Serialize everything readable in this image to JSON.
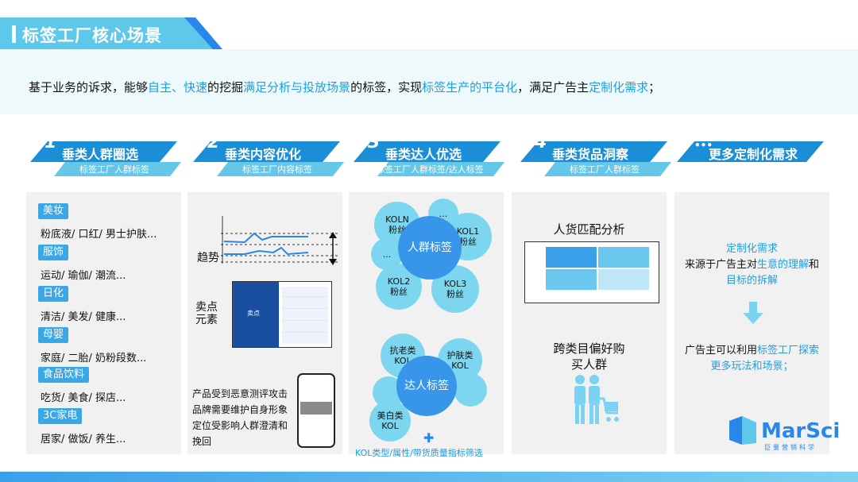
{
  "header": {
    "title": "标签工厂核心场景"
  },
  "intro": {
    "p1": "基于业务的诉求，能够",
    "h1": "自主、快速",
    "p2": "的挖掘",
    "h2": "满足分析与投放场景",
    "p3": "的标签，实现",
    "h3": "标签生产的平台化",
    "p4": "，满足广告主",
    "h4": "定制化需求",
    "p5": "；"
  },
  "cards": [
    {
      "num": "1",
      "title": "垂类人群圈选",
      "sub": "标签工厂人群标签"
    },
    {
      "num": "2",
      "title": "垂类内容优化",
      "sub": "标签工厂内容标签"
    },
    {
      "num": "3",
      "title": "垂类达人优选",
      "sub": "标签工厂人群标签/达人标签"
    },
    {
      "num": "4",
      "title": "垂类货品洞察",
      "sub": "标签工厂人群标签"
    },
    {
      "num": "•••",
      "title": "更多定制化需求",
      "sub": ""
    }
  ],
  "card1": {
    "items": [
      {
        "tag": "美妆",
        "text": "粉底液/ 口红/ 男士护肤..."
      },
      {
        "tag": "服饰",
        "text": "运动/ 瑜伽/ 潮流..."
      },
      {
        "tag": "日化",
        "text": "清洁/ 美发/ 健康..."
      },
      {
        "tag": "母婴",
        "text": "家庭/ 二胎/ 奶粉段数..."
      },
      {
        "tag": "食品饮料",
        "text": "吃货/ 美食/ 探店..."
      },
      {
        "tag": "3C家电",
        "text": "居家/ 做饭/ 养生..."
      }
    ]
  },
  "card2": {
    "trend": "趋势",
    "selling1": "卖点",
    "selling2": "元素",
    "sell_label": "卖点",
    "desc": "产品受到恶意测评攻击品牌需要维护自身形象定位受影响人群澄清和挽回"
  },
  "card3": {
    "top_center": "人群标签",
    "top_bubbles": [
      "KOLN\n粉丝",
      "KOL1\n粉丝",
      "KOL2\n粉丝",
      "KOL3\n粉丝",
      "...",
      "..."
    ],
    "bottom_center": "达人标签",
    "bottom_bubbles": [
      "抗老类\nKOL",
      "护肤类\nKOL",
      "美白类\nKOL"
    ],
    "plus": "✚",
    "caption": "KOL类型/属性/带货质量指标筛选"
  },
  "card4": {
    "title1": "人货匹配分析",
    "title2_l1": "跨类目偏好购",
    "title2_l2": "买人群"
  },
  "card5": {
    "line1": "定制化需求",
    "line2a": "来源于广告主对",
    "line2b": "生意的理解",
    "line2c": "和",
    "line3": "目标的拆解",
    "line4a": "广告主可以利用",
    "line4b": "标签工厂探索",
    "line5": "更多玩法和场景；"
  },
  "brand": {
    "name": "MarSci",
    "sub": "巨量营销科学"
  },
  "colors": {
    "accent": "#1a8fd8",
    "light": "#64c7ea",
    "highlight": "#1f9fe0"
  }
}
